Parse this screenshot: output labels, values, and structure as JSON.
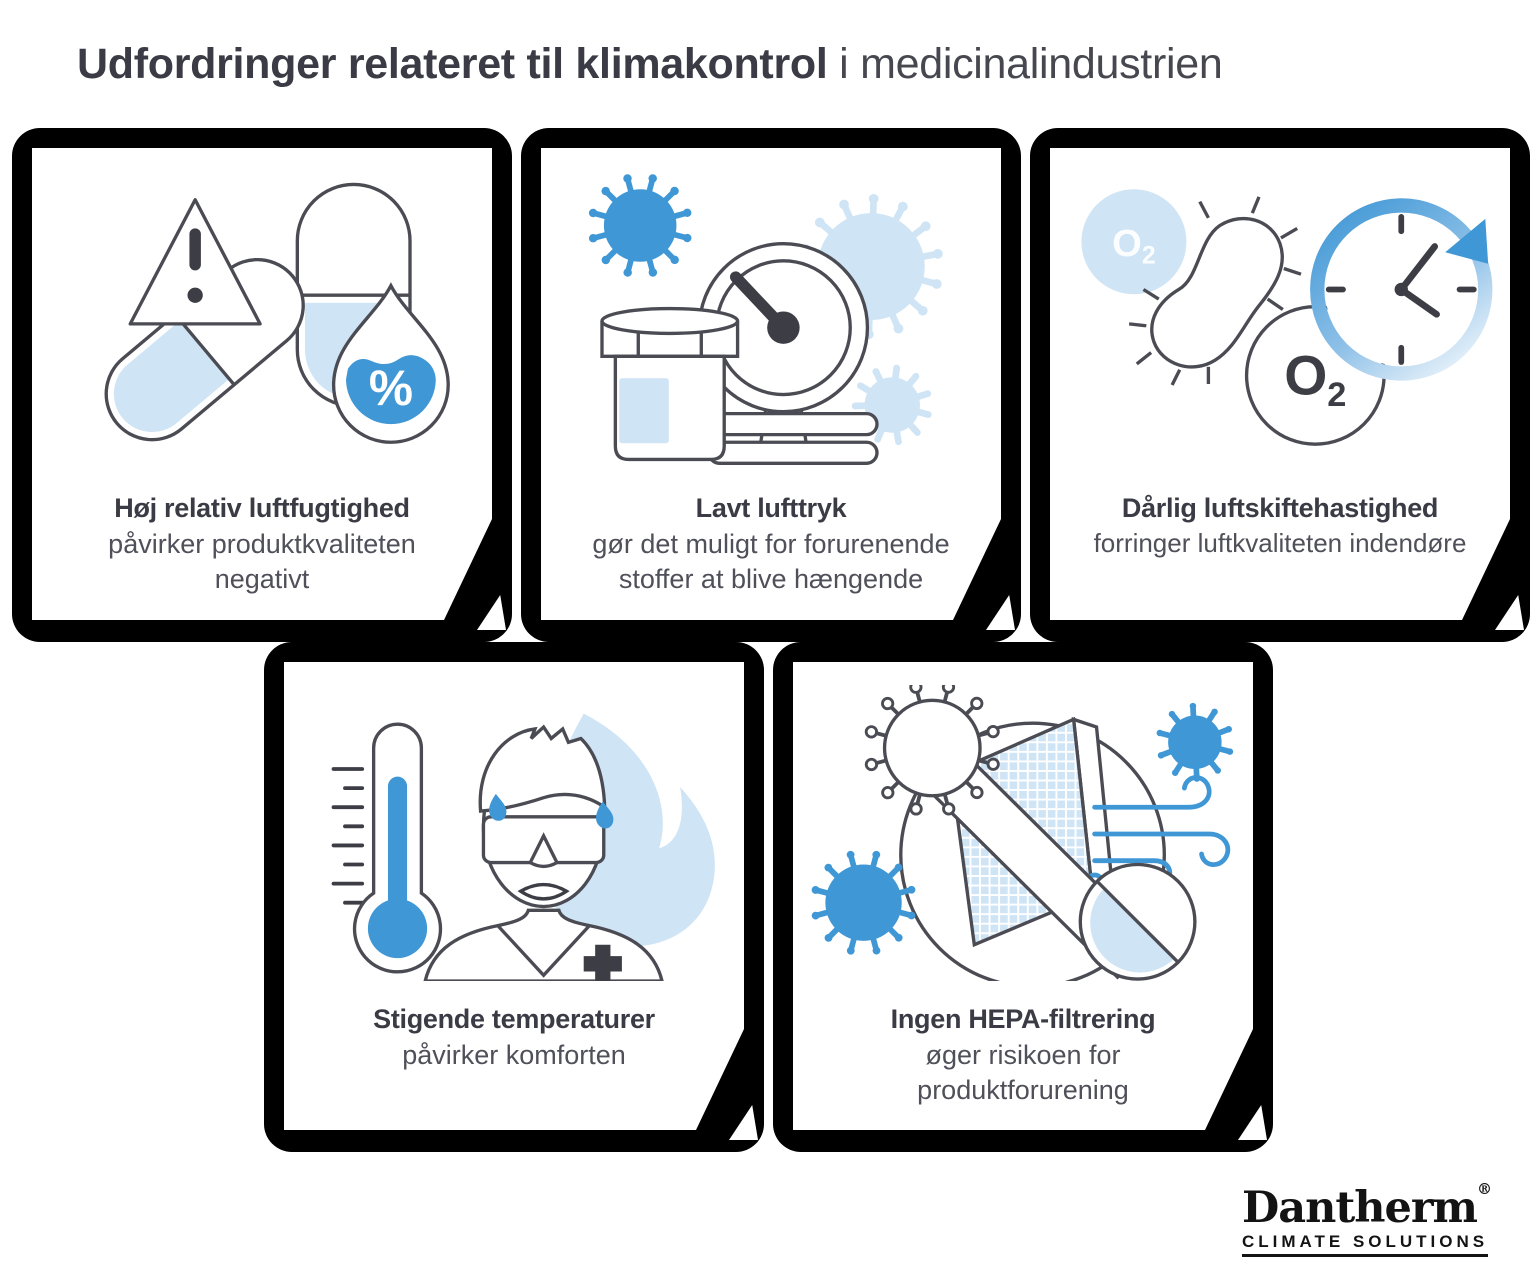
{
  "title": {
    "bold": "Udfordringer relateret til klimakontrol",
    "light": "i medicinalindustrien"
  },
  "cards": [
    {
      "icon": "capsules-warning-humidity-icon",
      "title": "Høj relativ luftfugtighed",
      "description": "påvirker produktkvaliteten negativt"
    },
    {
      "icon": "pill-bottle-pressure-gauge-virus-icon",
      "title": "Lavt lufttryk",
      "description": "gør det muligt for forurenende stoffer at blive hængende"
    },
    {
      "icon": "bacteria-oxygen-clock-icon",
      "title": "Dårlig luftskiftehastighed",
      "description": "forringer luftkvaliteten indendøre"
    },
    {
      "icon": "thermometer-sweating-worker-flame-icon",
      "title": "Stigende temperaturer",
      "description": "påvirker komforten"
    },
    {
      "icon": "no-hepa-filter-airflow-icon",
      "title": "Ingen HEPA-filtrering",
      "description": "øger risikoen for produktforurening"
    }
  ],
  "icon_labels": {
    "percent": "%",
    "o2": "O",
    "o2_sub": "2"
  },
  "logo": {
    "brand": "Dantherm",
    "registered": "®",
    "tagline": "CLIMATE SOLUTIONS"
  },
  "colors": {
    "accent_blue": "#3f97d5",
    "light_blue": "#cfe4f5",
    "outline_gray": "#4b4b54",
    "dark_gray": "#3d3d46",
    "title_text": "#3b3b45",
    "body_text": "#50505a",
    "card_border": "#000000"
  }
}
